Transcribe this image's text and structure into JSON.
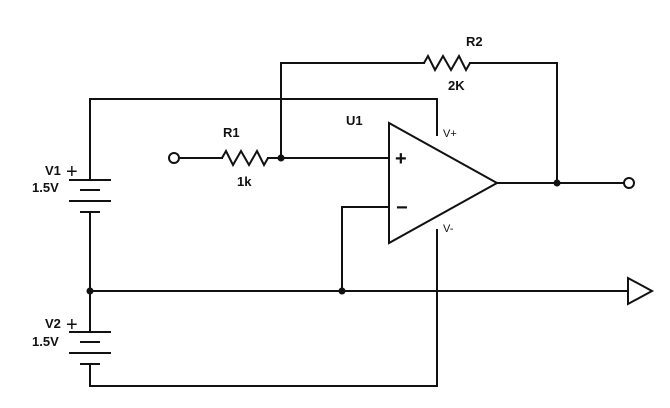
{
  "components": {
    "r1": {
      "ref": "R1",
      "value": "1k"
    },
    "r2": {
      "ref": "R2",
      "value": "2K"
    },
    "u1": {
      "ref": "U1",
      "pin_vplus": "V+",
      "pin_vminus": "V-",
      "in_plus": "+",
      "in_minus": "−"
    },
    "v1": {
      "ref": "V1",
      "value": "1.5V",
      "polarity": "+"
    },
    "v2": {
      "ref": "V2",
      "value": "1.5V",
      "polarity": "+"
    }
  },
  "colors": {
    "wire": "#111111",
    "background": "#ffffff"
  }
}
